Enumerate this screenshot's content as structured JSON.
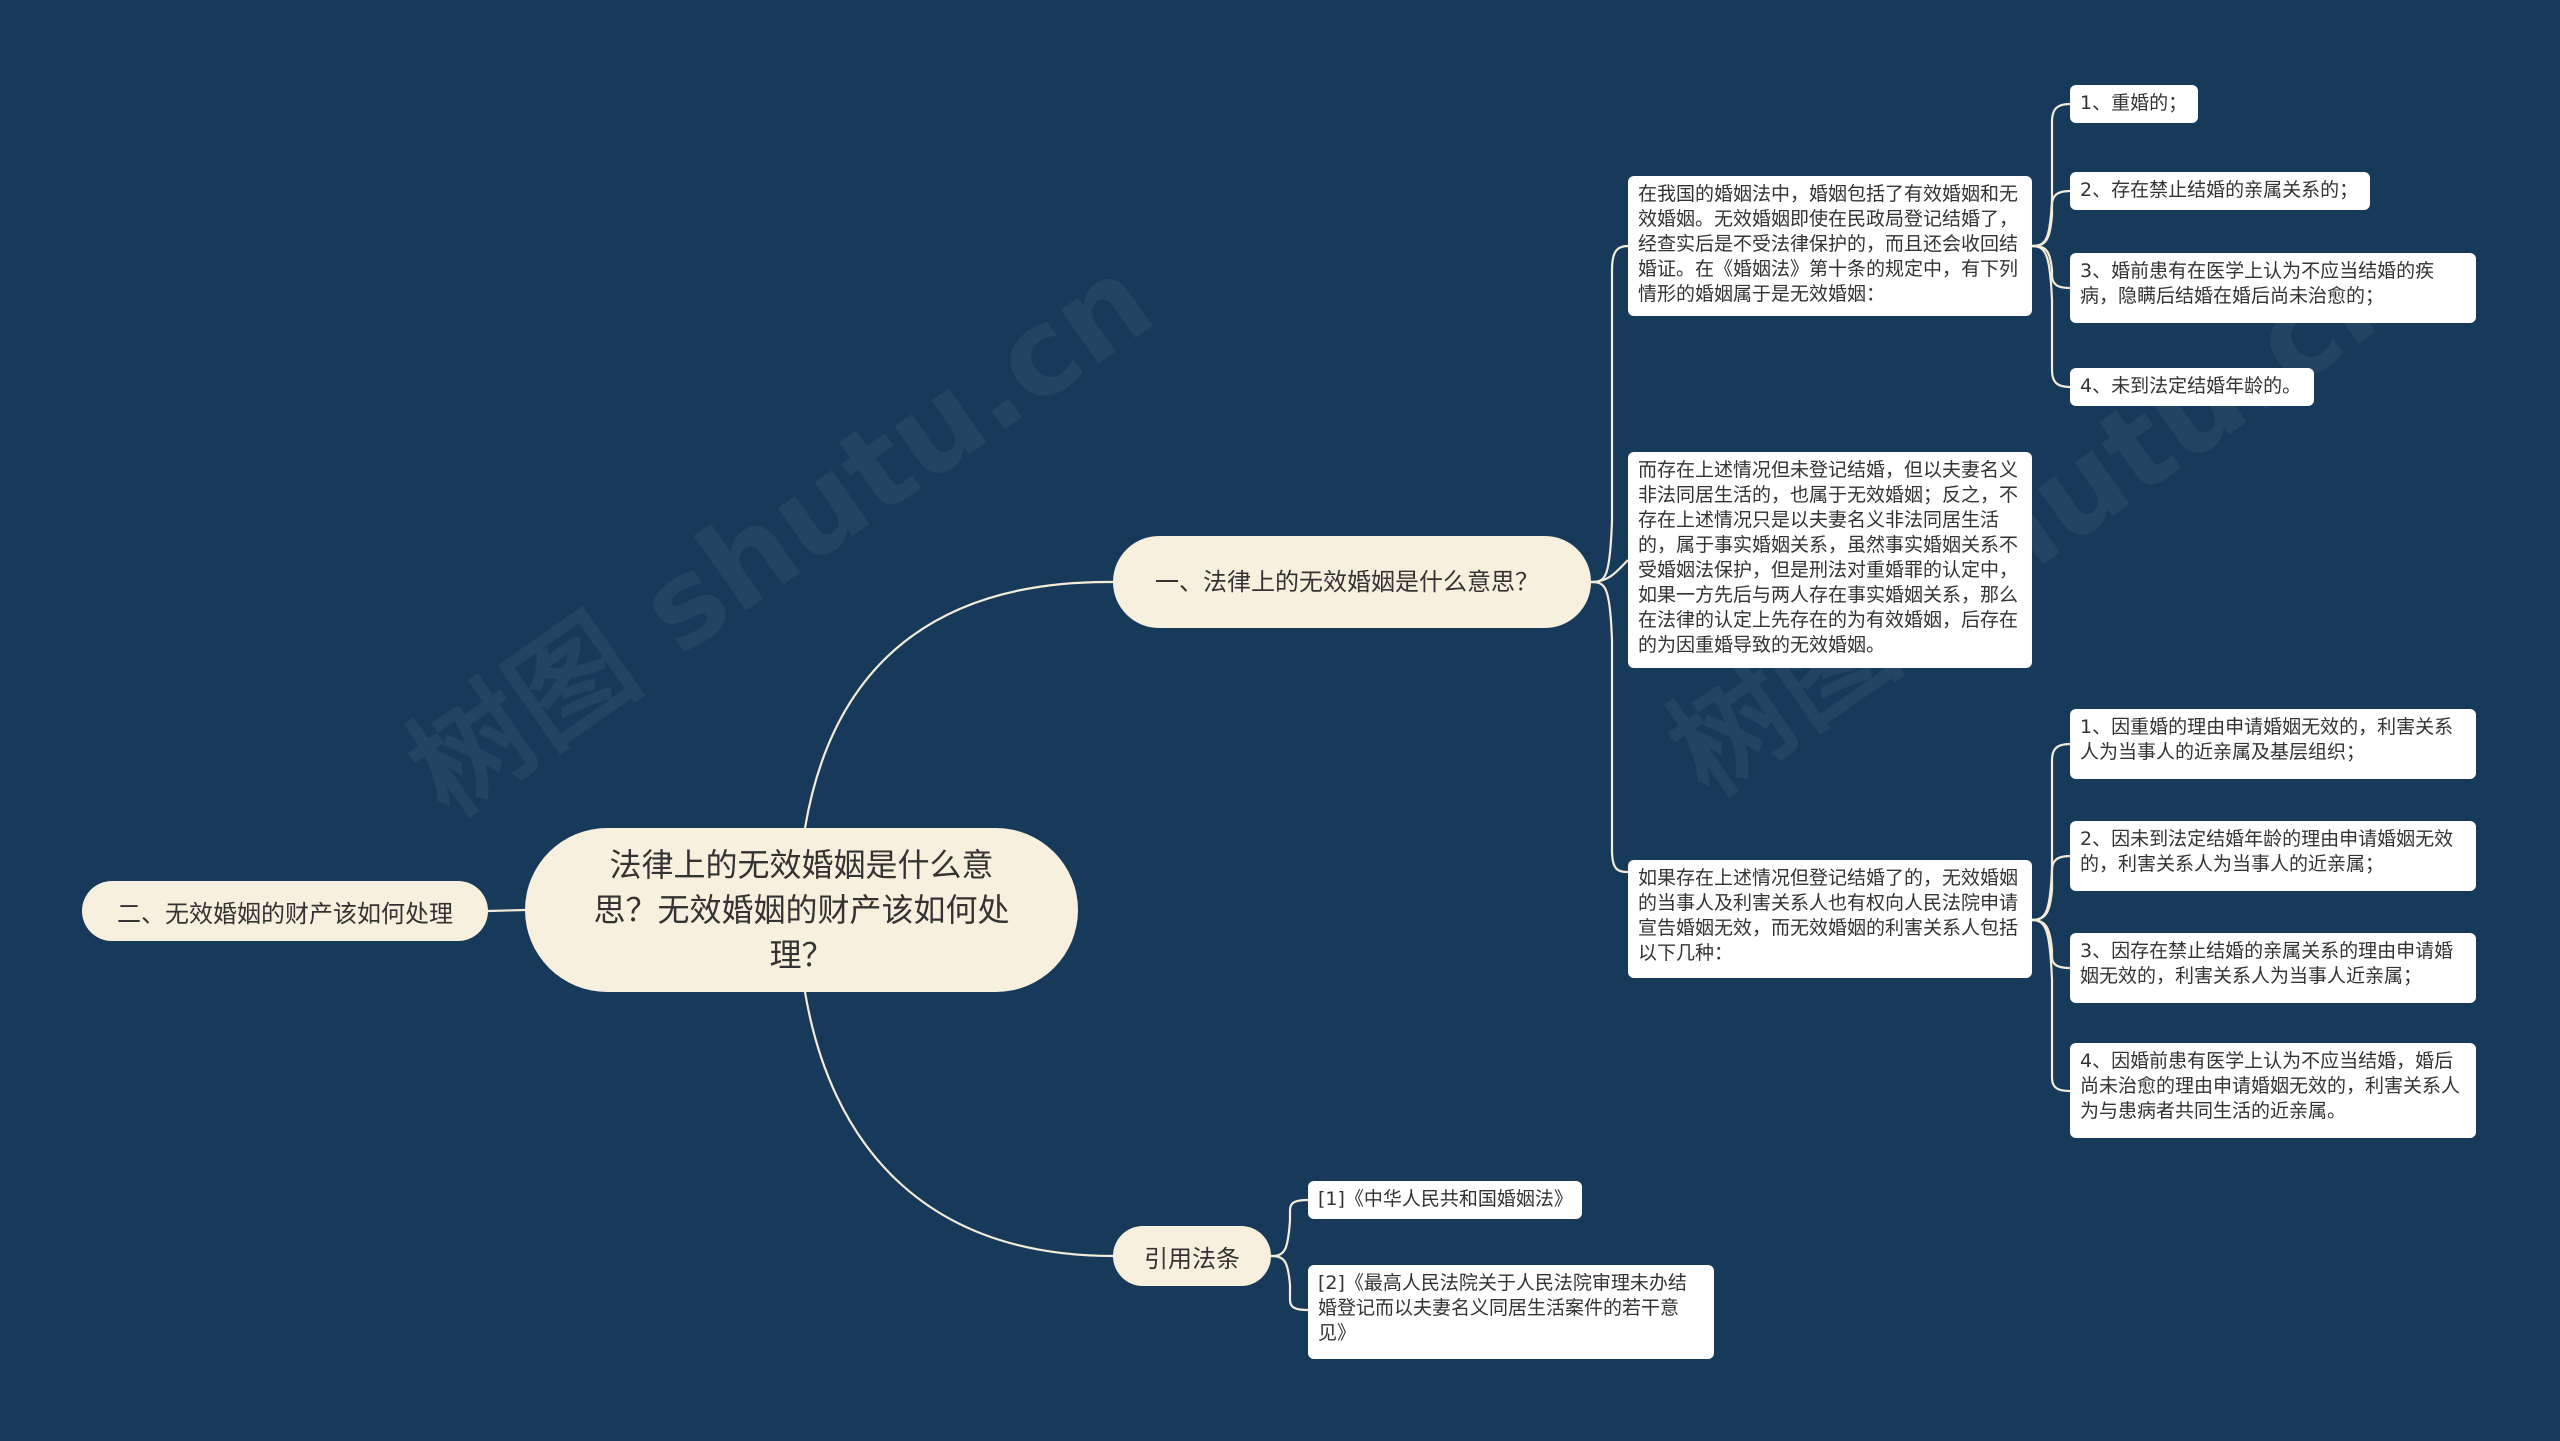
{
  "root": {
    "title": "法律上的无效婚姻是什么意思？无效婚姻的财产该如何处理？"
  },
  "branches": {
    "b1": "一、法律上的无效婚姻是什么意思？",
    "b2": "二、无效婚姻的财产该如何处理",
    "b3": "引用法条"
  },
  "b1_children": {
    "p1": "在我国的婚姻法中，婚姻包括了有效婚姻和无效婚姻。无效婚姻即使在民政局登记结婚了，经查实后是不受法律保护的，而且还会收回结婚证。在《婚姻法》第十条的规定中，有下列情形的婚姻属于是无效婚姻：",
    "p2": "而存在上述情况但未登记结婚，但以夫妻名义非法同居生活的，也属于无效婚姻；反之，不存在上述情况只是以夫妻名义非法同居生活的，属于事实婚姻关系，虽然事实婚姻关系不受婚姻法保护，但是刑法对重婚罪的认定中，如果一方先后与两人存在事实婚姻关系，那么在法律的认定上先存在的为有效婚姻，后存在的为因重婚导致的无效婚姻。",
    "p3": "如果存在上述情况但登记结婚了的，无效婚姻的当事人及利害关系人也有权向人民法院申请宣告婚姻无效，而无效婚姻的利害关系人包括以下几种："
  },
  "p1_items": [
    "1、重婚的；",
    "2、存在禁止结婚的亲属关系的；",
    "3、婚前患有在医学上认为不应当结婚的疾病，隐瞒后结婚在婚后尚未治愈的；",
    "4、未到法定结婚年龄的。"
  ],
  "p3_items": [
    "1、因重婚的理由申请婚姻无效的，利害关系人为当事人的近亲属及基层组织；",
    "2、因未到法定结婚年龄的理由申请婚姻无效的，利害关系人为当事人的近亲属；",
    "3、因存在禁止结婚的亲属关系的理由申请婚姻无效的，利害关系人为当事人近亲属；",
    "4、因婚前患有医学上认为不应当结婚，婚后尚未治愈的理由申请婚姻无效的，利害关系人为与患病者共同生活的近亲属。"
  ],
  "b3_items": [
    "[1]《中华人民共和国婚姻法》",
    "[2]《最高人民法院关于人民法院审理未办结婚登记而以夫妻名义同居生活案件的若干意见》"
  ],
  "colors": {
    "background": "#183a5a",
    "node": "#f7f0de",
    "box": "#ffffff",
    "line": "#f3ecd9"
  }
}
